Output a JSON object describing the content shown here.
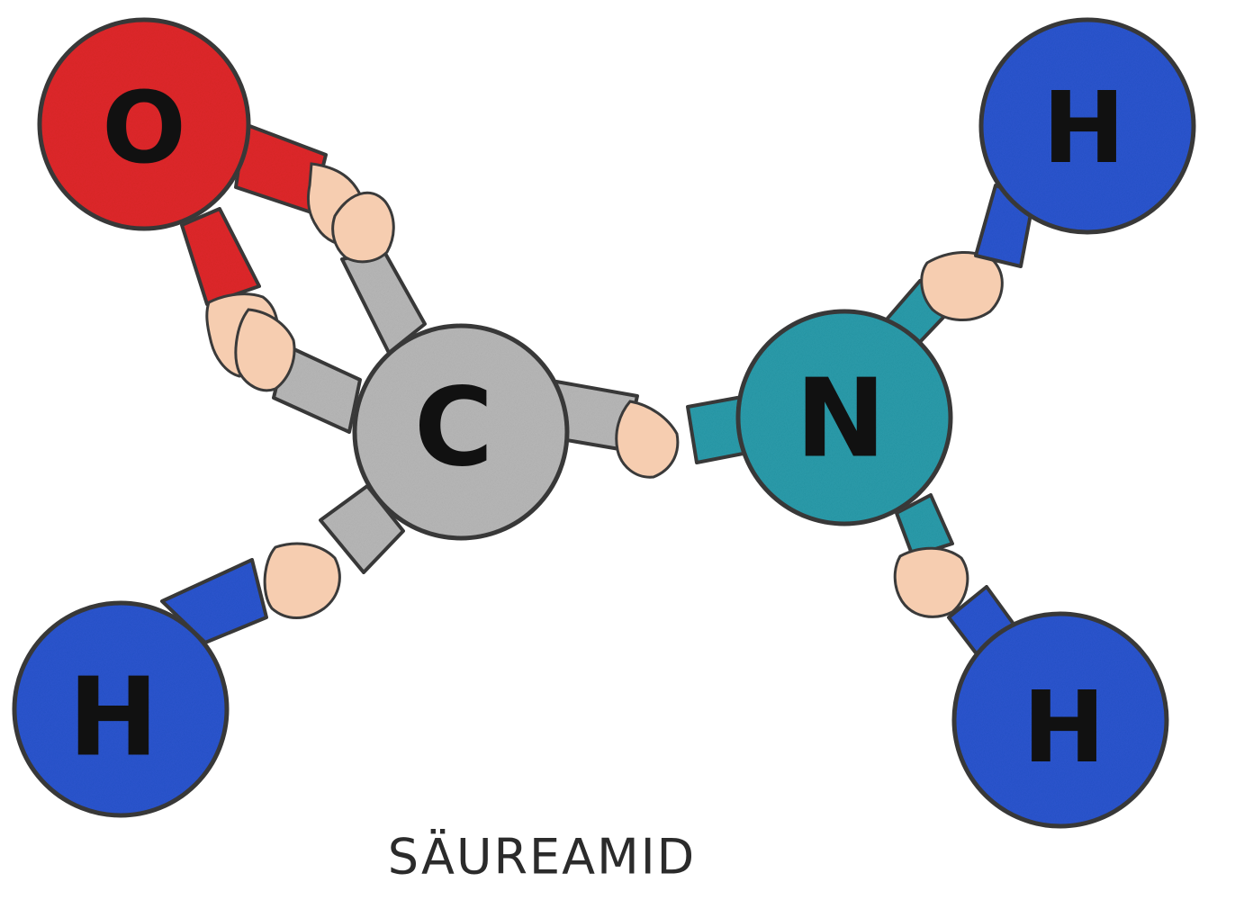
{
  "molecule": {
    "caption": "SÄUREAMID",
    "atoms": {
      "oxygen": {
        "symbol": "O",
        "color": "#e0272a"
      },
      "carbon": {
        "symbol": "C",
        "color": "#b8b8b8"
      },
      "nitrogen": {
        "symbol": "N",
        "color": "#2a9cab"
      },
      "hydrogen_c": {
        "symbol": "H",
        "color": "#2a55cf"
      },
      "hydrogen_n_top": {
        "symbol": "H",
        "color": "#2a55cf"
      },
      "hydrogen_n_bottom": {
        "symbol": "H",
        "color": "#2a55cf"
      }
    },
    "bonds": [
      {
        "from": "carbon",
        "to": "oxygen",
        "order": 2
      },
      {
        "from": "carbon",
        "to": "nitrogen",
        "order": 1
      },
      {
        "from": "carbon",
        "to": "hydrogen_c",
        "order": 1
      },
      {
        "from": "nitrogen",
        "to": "hydrogen_n_top",
        "order": 1
      },
      {
        "from": "nitrogen",
        "to": "hydrogen_n_bottom",
        "order": 1
      }
    ],
    "skin_color": "#f6cdb0",
    "outline_color": "#3a3a3a"
  }
}
